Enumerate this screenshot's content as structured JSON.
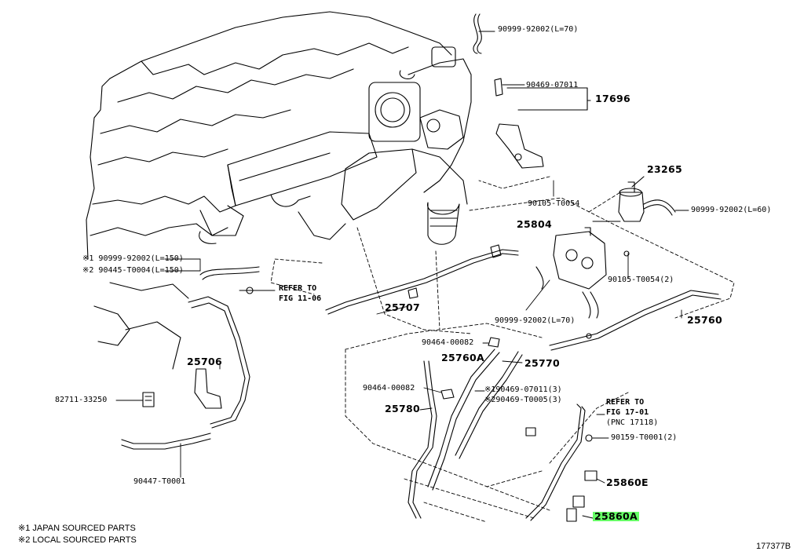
{
  "parts": {
    "p_90999_92002_top": "90999-92002(L=70)",
    "p_90469_07011": "90469-07011",
    "p_17696": "17696",
    "p_23265": "23265",
    "p_90999_92002_l60": "90999-92002(L=60)",
    "p_90105_T0054": "90105-T0054",
    "p_25804": "25804",
    "p_90105_T0054_2": "90105-T0054(2)",
    "p_90999_92002_l70": "90999-92002(L=70)",
    "p_25760": "25760",
    "p_25707": "25707",
    "p_x1_90999": "※1 90999-92002(L=150)",
    "p_x2_90445": "※2 90445-T0004(L=150)",
    "p_25706": "25706",
    "p_82711_33250": "82711-33250",
    "p_90447_T0001": "90447-T0001",
    "p_90464_00082_a": "90464-00082",
    "p_25760A": "25760A",
    "p_25770": "25770",
    "p_90464_00082_b": "90464-00082",
    "p_x1_90469": "※190469-07011(3)",
    "p_x2_90469": "※290469-T0005(3)",
    "p_25780": "25780",
    "p_90159_T0001": "90159-T0001(2)",
    "p_25860E": "25860E",
    "p_25860A": "25860A"
  },
  "refs": {
    "ref1_line1": "REFER TO",
    "ref1_line2": "FIG 11-06",
    "ref2_line1": "REFER TO",
    "ref2_line2": "FIG 17-01",
    "ref2_line3": "(PNC 17118)"
  },
  "notes": {
    "note1": "※1 JAPAN SOURCED PARTS",
    "note2": "※2 LOCAL SOURCED PARTS"
  },
  "figure_id": "177377B",
  "colors": {
    "highlight": "#66ff66",
    "ink": "#000000"
  }
}
